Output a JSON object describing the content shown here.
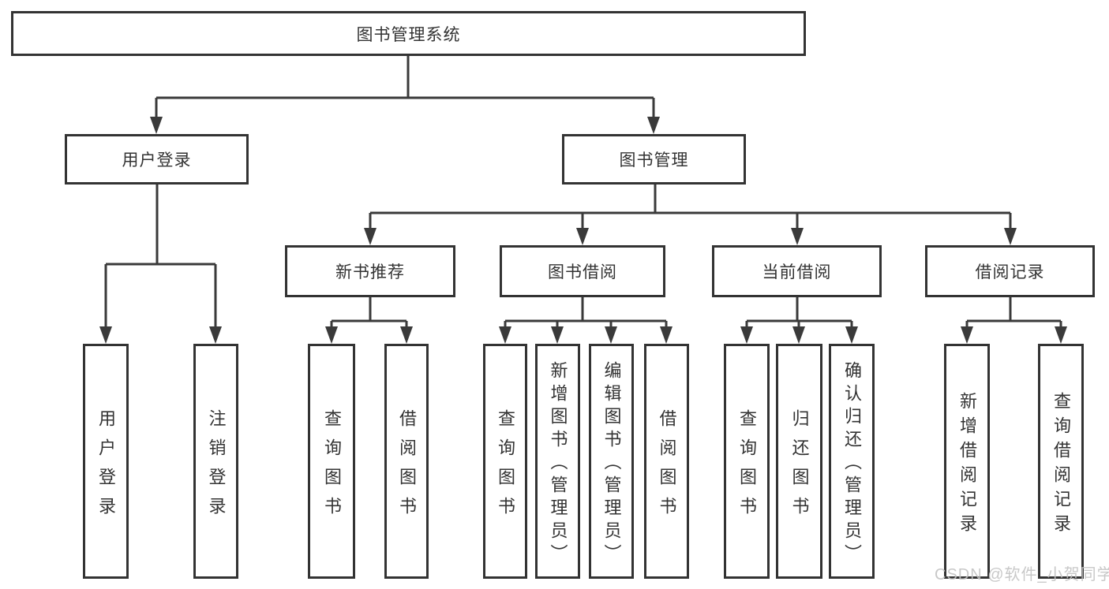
{
  "tree": {
    "label": "图书管理系统",
    "children": [
      {
        "label": "用户登录",
        "children": [
          {
            "label": "用户登录"
          },
          {
            "label": "注销登录"
          }
        ]
      },
      {
        "label": "图书管理",
        "children": [
          {
            "label": "新书推荐",
            "children": [
              {
                "label": "查询图书"
              },
              {
                "label": "借阅图书"
              }
            ]
          },
          {
            "label": "图书借阅",
            "children": [
              {
                "label": "查询图书"
              },
              {
                "label": "新增图书（管理员）"
              },
              {
                "label": "编辑图书（管理员）"
              },
              {
                "label": "借阅图书"
              }
            ]
          },
          {
            "label": "当前借阅",
            "children": [
              {
                "label": "查询图书"
              },
              {
                "label": "归还图书"
              },
              {
                "label": "确认归还（管理员）"
              }
            ]
          },
          {
            "label": "借阅记录",
            "children": [
              {
                "label": "新增借阅记录"
              },
              {
                "label": "查询借阅记录"
              }
            ]
          }
        ]
      }
    ]
  },
  "watermark": {
    "text": "CSDN @软件_小贺同学"
  },
  "colors": {
    "line": "#3a3a3a",
    "box_border": "#333333",
    "text": "#333333",
    "background": "#ffffff",
    "watermark": "#c3c3c3"
  }
}
